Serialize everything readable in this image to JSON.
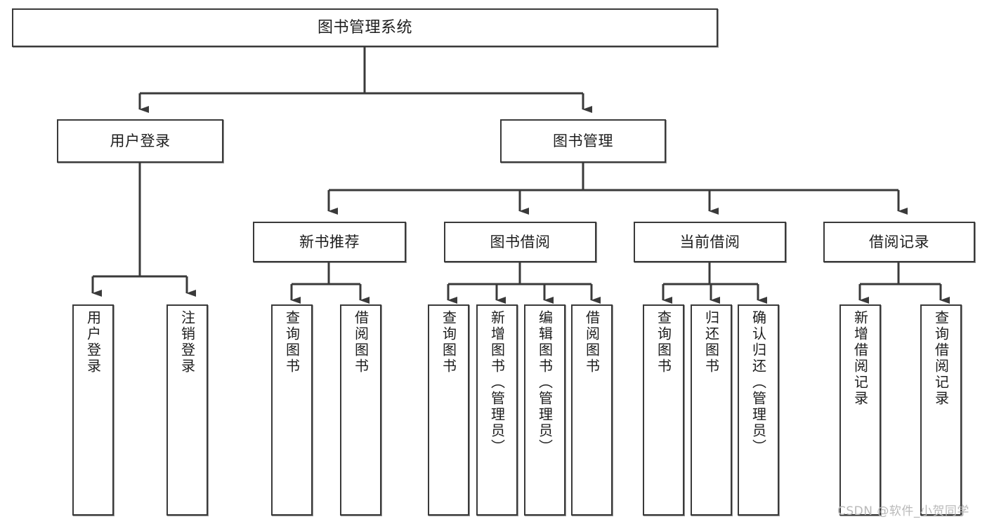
{
  "diagram": {
    "type": "tree-hierarchy",
    "title": "图书管理系统",
    "root": {
      "label": "图书管理系统"
    },
    "level2": [
      {
        "label": "用户登录"
      },
      {
        "label": "图书管理"
      }
    ],
    "level3": [
      {
        "label": "新书推荐"
      },
      {
        "label": "图书借阅"
      },
      {
        "label": "当前借阅"
      },
      {
        "label": "借阅记录"
      }
    ],
    "leaves": {
      "user_login": [
        {
          "label": "用户登录"
        },
        {
          "label": "注销登录"
        }
      ],
      "new_book_recommend": [
        {
          "label": "查询图书"
        },
        {
          "label": "借阅图书"
        }
      ],
      "book_borrow": [
        {
          "label": "查询图书"
        },
        {
          "label": "新增图书（管理员）"
        },
        {
          "label": "编辑图书（管理员）"
        },
        {
          "label": "借阅图书"
        }
      ],
      "current_borrow": [
        {
          "label": "查询图书"
        },
        {
          "label": "归还图书"
        },
        {
          "label": "确认归还（管理员）"
        }
      ],
      "borrow_records": [
        {
          "label": "新增借阅记录"
        },
        {
          "label": "查询借阅记录"
        }
      ]
    }
  },
  "watermark": {
    "text": "CSDN @软件_小贺同学"
  },
  "colors": {
    "stroke": "#3a3a3a",
    "box_fill": "#ffffff",
    "text": "#1d1d1d",
    "watermark": "#b9b9b9",
    "page_background": "#ffffff"
  }
}
